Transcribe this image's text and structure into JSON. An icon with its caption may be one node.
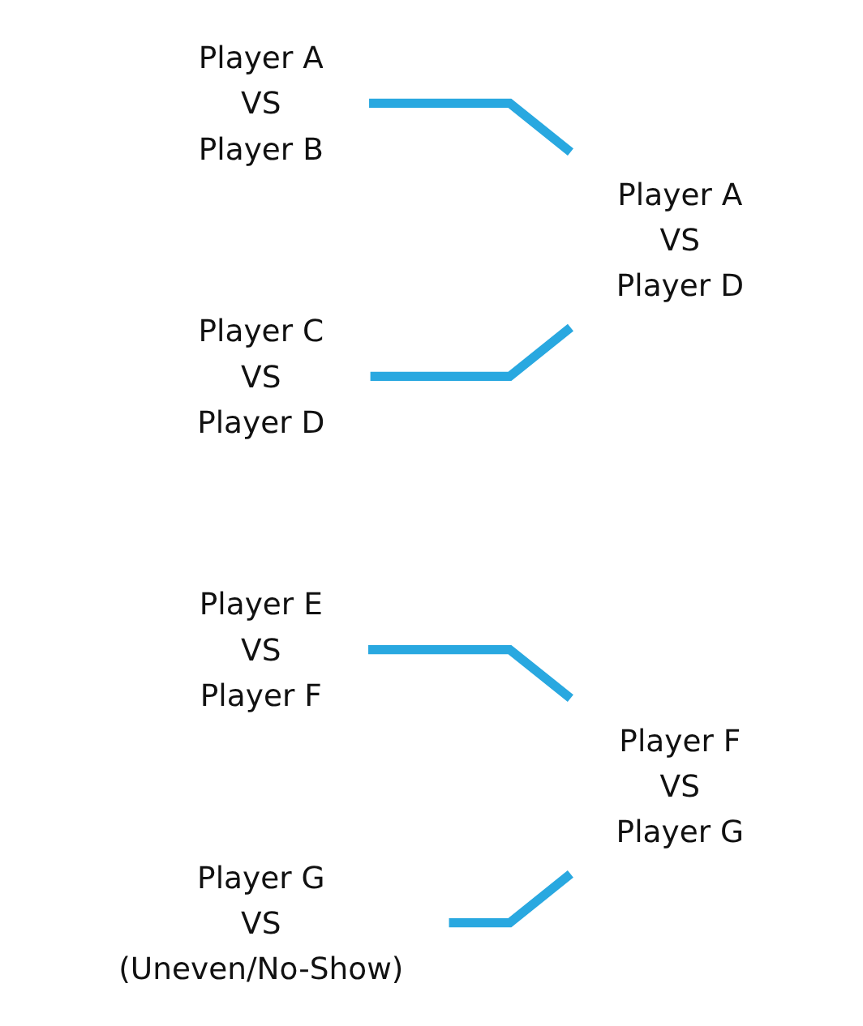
{
  "diagram": {
    "nodes": [
      {
        "text": [
          "Player A",
          "VS",
          "Player B"
        ]
      },
      {
        "text": [
          "Player C",
          "VS",
          "Player D"
        ]
      },
      {
        "text": [
          "Player A",
          "VS",
          "Player D"
        ]
      },
      {
        "text": [
          "Player E",
          "VS",
          "Player F"
        ]
      },
      {
        "text": [
          "Player G",
          "VS",
          "(Uneven/No-Show)"
        ]
      },
      {
        "text": [
          "Player F",
          "VS",
          "Player G"
        ]
      }
    ],
    "edges": [
      {
        "from": 0,
        "to": 2,
        "arrow": "none"
      },
      {
        "from": 1,
        "to": 2,
        "arrow": "none"
      },
      {
        "from": 3,
        "to": 5,
        "arrow": "none"
      },
      {
        "from": 4,
        "to": 5,
        "arrow": "none"
      }
    ]
  }
}
